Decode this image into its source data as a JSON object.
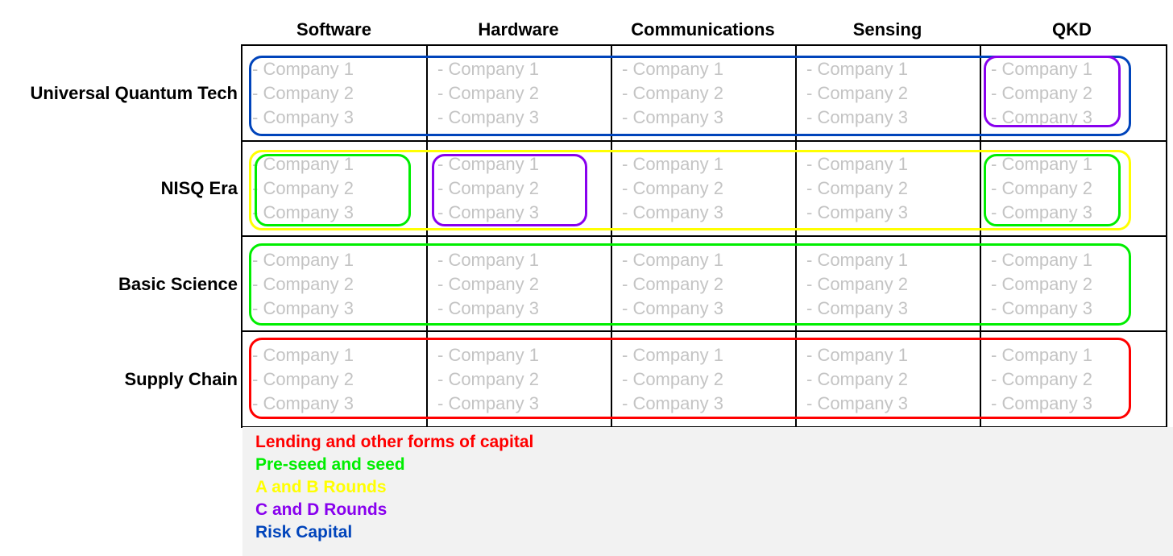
{
  "columns": [
    "Software",
    "Hardware",
    "Communications",
    "Sensing",
    "QKD"
  ],
  "rows": [
    "Universal Quantum Tech",
    "NISQ Era",
    "Basic Science",
    "Supply Chain"
  ],
  "cell_entries": [
    "- Company 1",
    "- Company 2",
    "- Company 3"
  ],
  "legend": [
    {
      "label": "Lending and other forms of capital",
      "color": "#ff0000"
    },
    {
      "label": "Pre-seed and seed",
      "color": "#00ee00"
    },
    {
      "label": "A and B Rounds",
      "color": "#ffff00"
    },
    {
      "label": "C and D Rounds",
      "color": "#8800ee"
    },
    {
      "label": "Risk Capital",
      "color": "#0044bb"
    }
  ],
  "colors": {
    "grid": "#000000",
    "cell_text": "#c4c4c4",
    "legend_background": "#f2f2f2"
  }
}
